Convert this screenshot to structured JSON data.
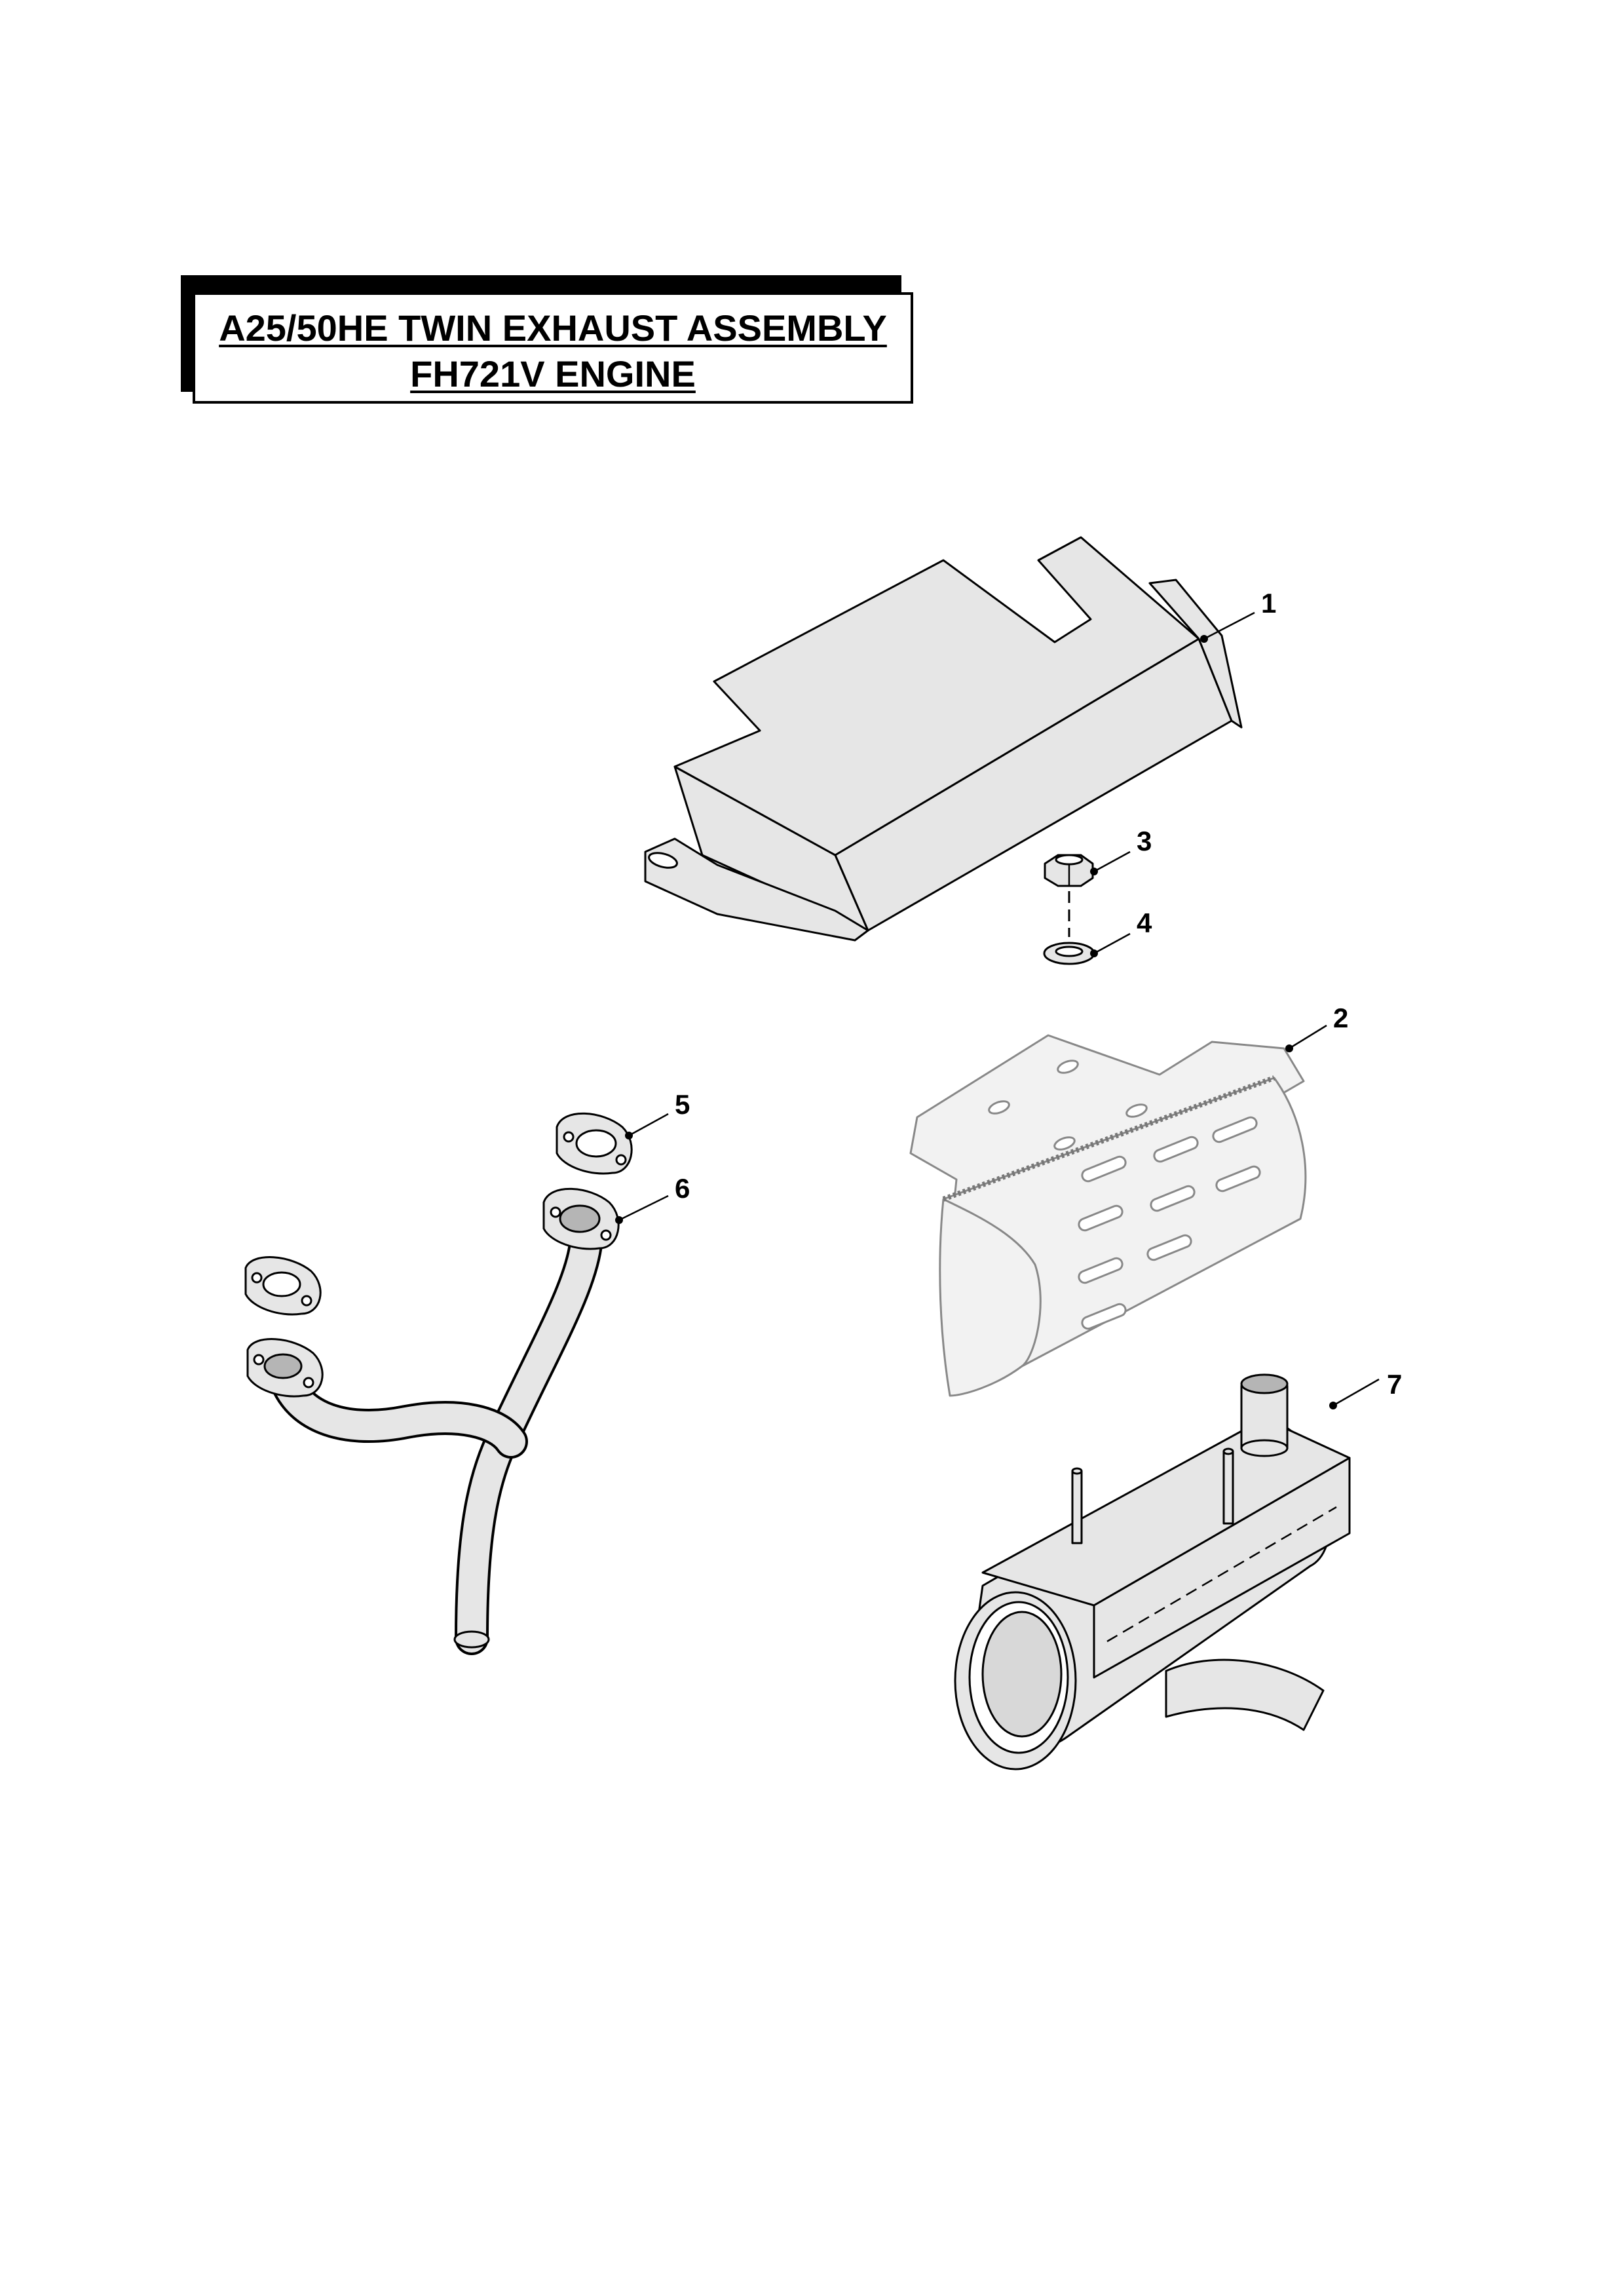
{
  "title": {
    "line1": "A25/50HE TWIN EXHAUST ASSEMBLY",
    "line2": "FH721V ENGINE"
  },
  "callouts": [
    "1",
    "2",
    "3",
    "4",
    "5",
    "6",
    "7"
  ]
}
